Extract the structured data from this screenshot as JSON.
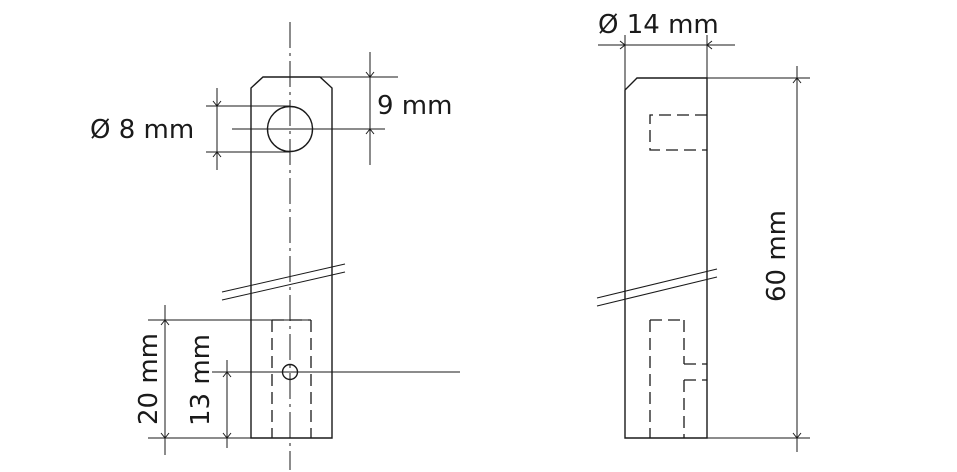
{
  "dimensions": {
    "hole_diameter": "Ø 8 mm",
    "hole_offset": "9 mm",
    "width": "Ø 14 mm",
    "length": "60 mm",
    "slot_length": "20 mm",
    "cross_hole_position": "13 mm"
  },
  "colors": {
    "line": "#1a1a1a",
    "background": "#ffffff"
  }
}
